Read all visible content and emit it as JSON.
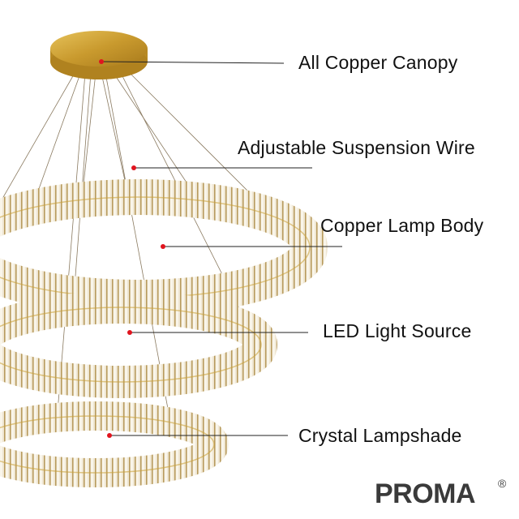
{
  "labels": [
    {
      "text": "All Copper Canopy"
    },
    {
      "text": "Adjustable Suspension Wire"
    },
    {
      "text": "Copper Lamp Body"
    },
    {
      "text": "LED Light Source"
    },
    {
      "text": "Crystal Lampshade"
    }
  ],
  "brand": {
    "name": "PROMA",
    "mark": "®"
  },
  "colors": {
    "gold": "#c9a23a",
    "marker": "#e0141e",
    "crystal": "#e8dcc0"
  }
}
